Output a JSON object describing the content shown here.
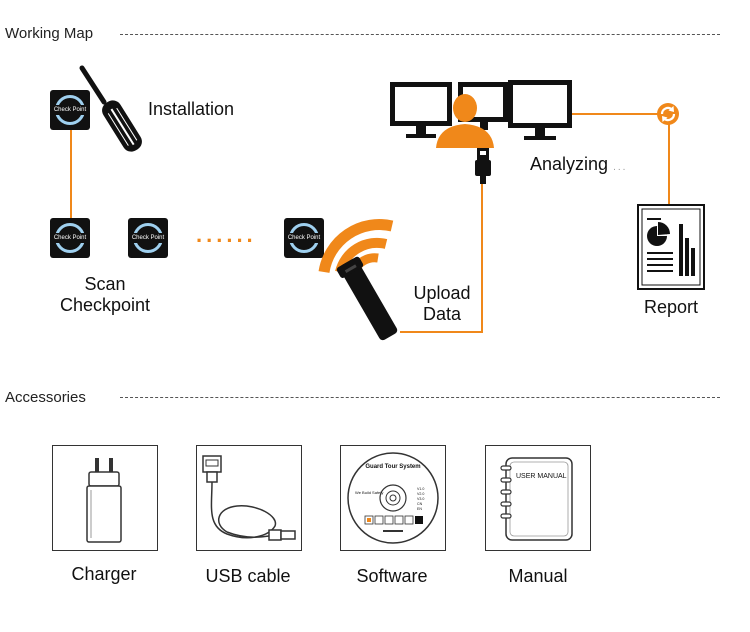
{
  "working_map": {
    "title": "Working Map",
    "checkpoint_text": "Check Point",
    "installation_label": "Installation",
    "scan_label_line1": "Scan",
    "scan_label_line2": "Checkpoint",
    "upload_label_line1": "Upload",
    "upload_label_line2": "Data",
    "analyzing_label": "Analyzing",
    "analyzing_dots": "...",
    "report_label": "Report",
    "ellipsis": "......"
  },
  "accessories": {
    "title": "Accessories",
    "items": [
      {
        "label": "Charger",
        "icon": "charger-icon"
      },
      {
        "label": "USB cable",
        "icon": "usb-cable-icon"
      },
      {
        "label": "Software",
        "icon": "software-cd-icon"
      },
      {
        "label": "Manual",
        "icon": "manual-icon"
      }
    ],
    "cd_title": "Guard Tour System",
    "cd_brand": "We Build Safety",
    "cd_versions": [
      "V1.0",
      "V2.0",
      "V3.0",
      "CN",
      "EN"
    ],
    "manual_title": "USER MANUAL"
  },
  "colors": {
    "accent": "#f0881a",
    "ring": "#9fd0ef",
    "dark": "#111111"
  }
}
